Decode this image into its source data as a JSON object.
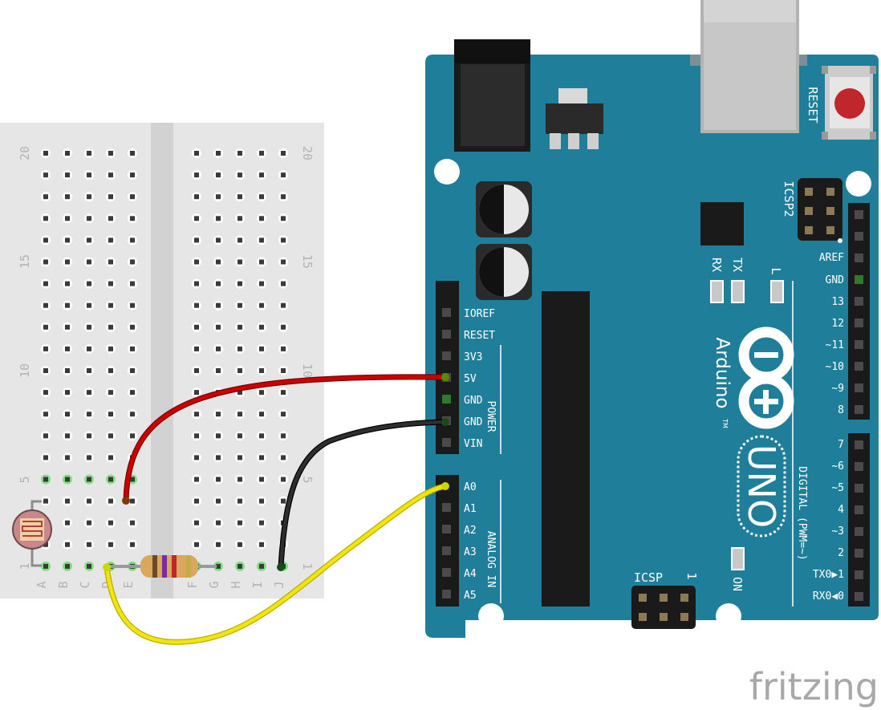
{
  "breadboard": {
    "row_labels": {
      "r20": "20",
      "r15": "15",
      "r10": "10",
      "r5": "5",
      "r1": "1"
    },
    "cols_left": [
      "A",
      "B",
      "C",
      "D",
      "E"
    ],
    "cols_right": [
      "F",
      "G",
      "H",
      "I",
      "J"
    ]
  },
  "board": {
    "reset_label": "RESET",
    "icsp2_label": "ICSP2",
    "icsp_label": "ICSP",
    "icsp_pin1": "1",
    "rx_label": "RX",
    "tx_label": "TX",
    "l_label": "L",
    "on_label": "ON",
    "brand": "Arduino",
    "tm": "TM",
    "model": "UNO",
    "power_header_label": "POWER",
    "analog_header_label": "ANALOG IN",
    "digital_header_label": "DIGITAL (PWM=~)",
    "power_pins": [
      "IOREF",
      "RESET",
      "3V3",
      "5V",
      "GND",
      "GND",
      "VIN"
    ],
    "analog_pins": [
      "A0",
      "A1",
      "A2",
      "A3",
      "A4",
      "A5"
    ],
    "digital_high_pins": [
      "AREF",
      "GND",
      "13",
      "12",
      "~11",
      "~10",
      "~9",
      "8"
    ],
    "digital_low_pins": [
      "7",
      "~6",
      "~5",
      "4",
      "~3",
      "2",
      "TX0▶1",
      "RX0◀0"
    ]
  },
  "watermark": "fritzing",
  "colors": {
    "board": "#1f7e9a",
    "wire_5v": "#cc0000",
    "wire_gnd": "#222222",
    "wire_signal": "#f2e50f",
    "breadboard": "#e6e6e6",
    "reset_button": "#c0272d"
  }
}
